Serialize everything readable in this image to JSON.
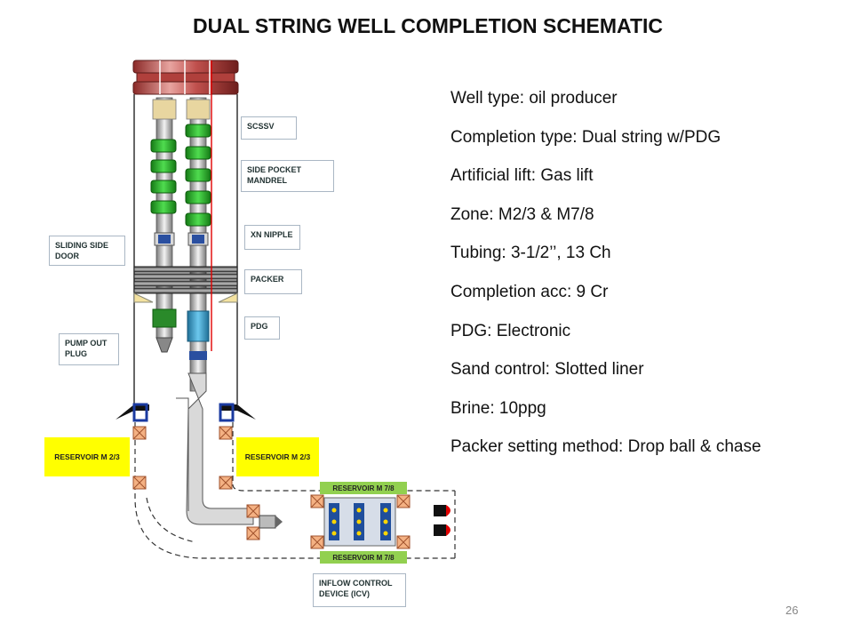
{
  "title": "DUAL STRING WELL COMPLETION SCHEMATIC",
  "labels": {
    "scssv": "SCSSV",
    "side_pocket_mandrel_1": "SIDE POCKET",
    "side_pocket_mandrel_2": "MANDREL",
    "xn_nipple": "XN NIPPLE",
    "packer": "PACKER",
    "pdg": "PDG",
    "sliding_side_door_1": "SLIDING SIDE",
    "sliding_side_door_2": "DOOR",
    "pump_out_plug_1": "PUMP OUT",
    "pump_out_plug_2": "PLUG",
    "icv_1": "INFLOW CONTROL",
    "icv_2": "DEVICE (ICV)"
  },
  "reservoirs": {
    "m23_left": "RESERVOIR M 2/3",
    "m23_right": "RESERVOIR M 2/3",
    "m78_top": "RESERVOIR M 7/8",
    "m78_bottom": "RESERVOIR M 7/8"
  },
  "specs": [
    "Well type: oil producer",
    "Completion type: Dual string w/PDG",
    "Artificial lift: Gas lift",
    "Zone: M2/3 & M7/8",
    "Tubing: 3-1/2’’, 13 Ch",
    "Completion acc: 9 Cr",
    "PDG: Electronic",
    "Sand control: Slotted liner",
    "Brine: 10ppg",
    "Packer setting method: Drop ball & chase"
  ],
  "page_number": "26",
  "colors": {
    "reservoir_yellow": "#ffff00",
    "reservoir_green": "#92d050",
    "mandrel_green": "#22bb22",
    "wellhead_red": "#c0504d",
    "control_line": "#e00000",
    "pdg_blue": "#29a3d6"
  }
}
